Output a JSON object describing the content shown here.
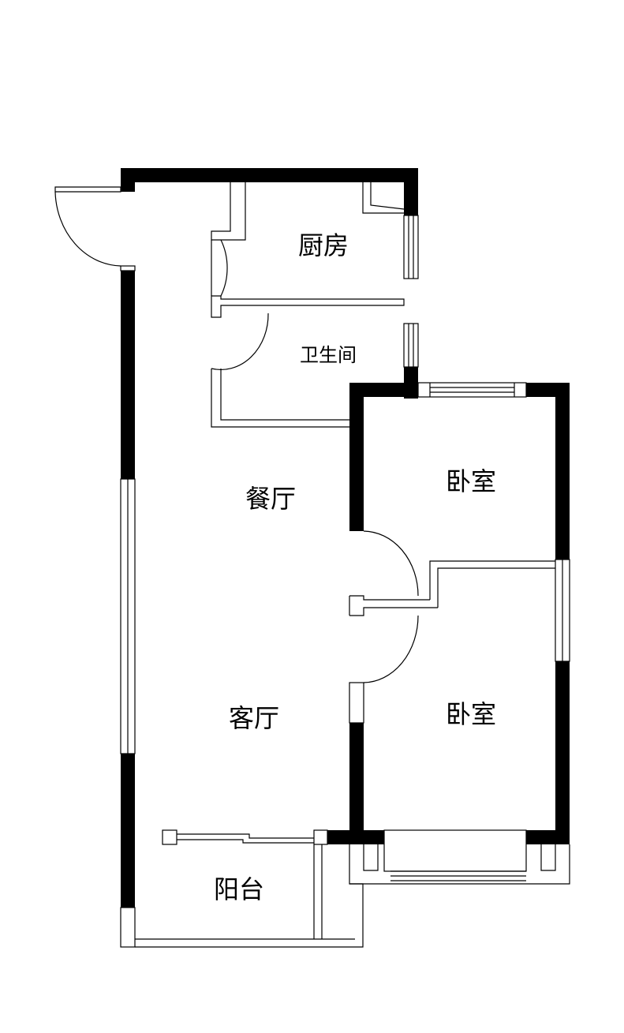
{
  "floor_plan": {
    "rooms": {
      "kitchen": "厨房",
      "bathroom": "卫生间",
      "dining_room": "餐厅",
      "living_room": "客厅",
      "bedroom_upper": "卧室",
      "bedroom_lower": "卧室",
      "balcony": "阳台"
    },
    "colors": {
      "wall": "#000000",
      "background": "#ffffff"
    }
  }
}
